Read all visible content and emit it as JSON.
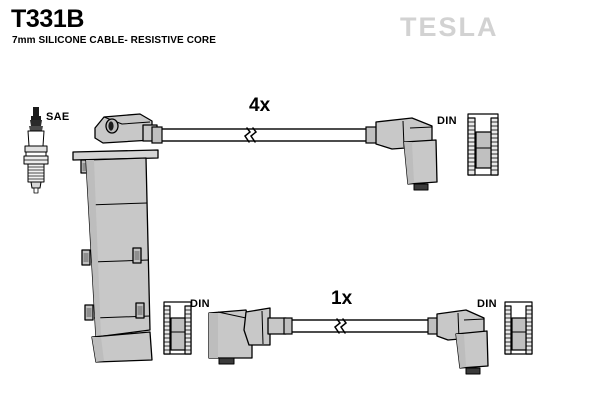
{
  "document": {
    "part_number": "T331B",
    "subtitle": "7mm SILICONE CABLE- RESISTIVE CORE",
    "brand": "TESLA"
  },
  "colors": {
    "background": "#ffffff",
    "outline": "#000000",
    "body_fill": "#c8c8c8",
    "body_fill_light": "#d8d8d8",
    "body_fill_dark": "#a8a8a8",
    "cable_fill": "#ffffff",
    "logo_gray": "#d2d2d2"
  },
  "assemblies": [
    {
      "id": "upper-assembly",
      "quantity_label": "4x",
      "plug_end_label": "SAE",
      "coil_end_label": "DIN",
      "plug_end_name": "sae-spark-plug-boot",
      "coil_end_name": "din-right-angle-boot"
    },
    {
      "id": "lower-assembly",
      "quantity_label": "1x",
      "plug_end_label": "DIN",
      "coil_end_label": "DIN",
      "plug_end_name": "din-right-angle-boot-left",
      "coil_end_name": "din-right-angle-boot-right"
    }
  ],
  "icons": {
    "spark_plug": "spark-plug-icon",
    "din_terminal": "din-terminal-icon",
    "cable_break": "cable-break-symbol"
  }
}
